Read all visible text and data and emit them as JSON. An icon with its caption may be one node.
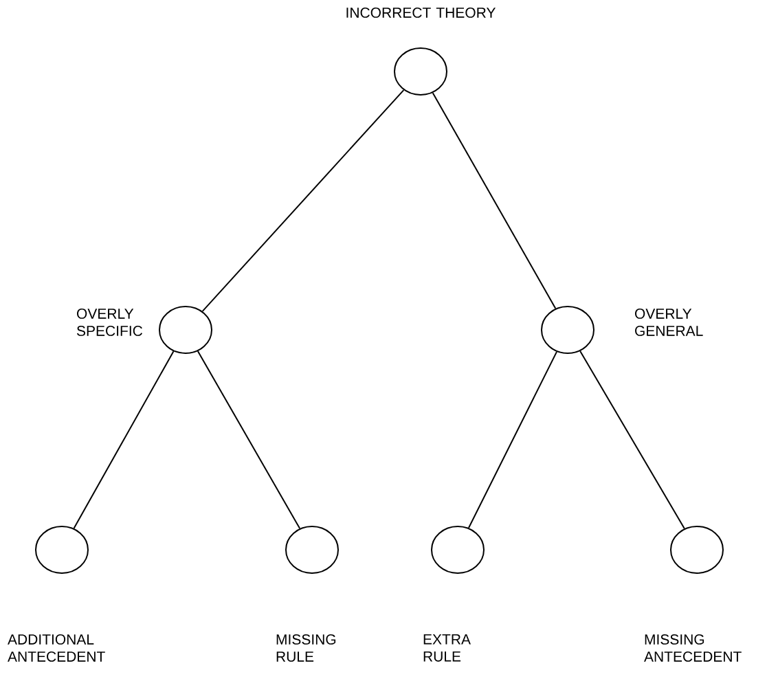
{
  "diagram": {
    "nodes": [
      {
        "text": [
          "INCORRECT THEORY"
        ]
      },
      {
        "text": [
          "OVERLY SPECIFIC"
        ]
      },
      {
        "text": [
          "OVERLY GENERAL"
        ]
      },
      {
        "text": [
          "ADDITIONAL ANTECEDENT"
        ]
      },
      {
        "text": [
          "MISSING RULE"
        ]
      },
      {
        "text": [
          "EXTRA RULE"
        ]
      },
      {
        "text": [
          "MISSING ANTECEDENT"
        ]
      }
    ],
    "edges": [
      {
        "from": 0,
        "to": 1,
        "arrow": "none"
      },
      {
        "from": 0,
        "to": 2,
        "arrow": "none"
      },
      {
        "from": 1,
        "to": 3,
        "arrow": "none"
      },
      {
        "from": 1,
        "to": 4,
        "arrow": "none"
      },
      {
        "from": 2,
        "to": 5,
        "arrow": "none"
      },
      {
        "from": 2,
        "to": 6,
        "arrow": "none"
      }
    ]
  }
}
